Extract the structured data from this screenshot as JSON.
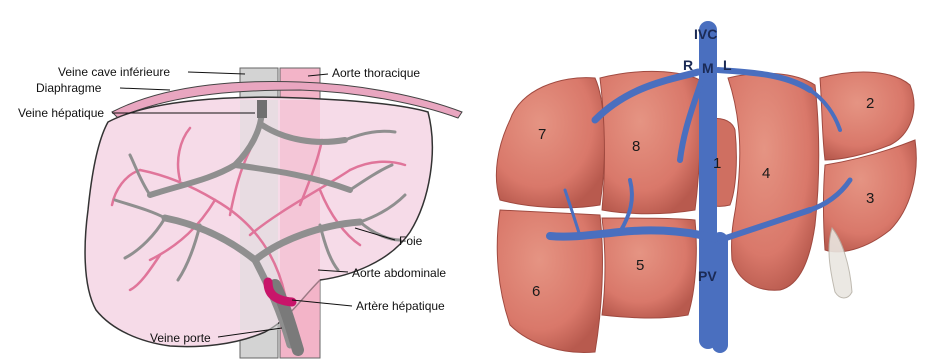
{
  "left_diagram": {
    "labels": {
      "ivc": "Veine cave inférieure",
      "thoracic_aorta": "Aorte thoracique",
      "diaphragm": "Diaphragme",
      "hepatic_vein": "Veine hépatique",
      "liver": "Foie",
      "abdominal_aorta": "Aorte abdominale",
      "hepatic_artery": "Artère hépatique",
      "portal_vein": "Veine porte"
    },
    "colors": {
      "liver_fill": "#f6dbe8",
      "aorta": "#f3b4c8",
      "ivc": "#d3d3d3",
      "vein_gray": "#8f8f8f",
      "artery_pink": "#e0759a",
      "hepatic_artery": "#c8156a"
    }
  },
  "right_diagram": {
    "vessel_labels": {
      "ivc": "IVC",
      "right": "R",
      "middle": "M",
      "left": "L",
      "portal": "PV"
    },
    "segments": [
      "1",
      "2",
      "3",
      "4",
      "5",
      "6",
      "7",
      "8"
    ],
    "colors": {
      "liver": "#d9786a",
      "liver_dark": "#b85a4e",
      "vessel_blue": "#4a6fbf"
    }
  }
}
